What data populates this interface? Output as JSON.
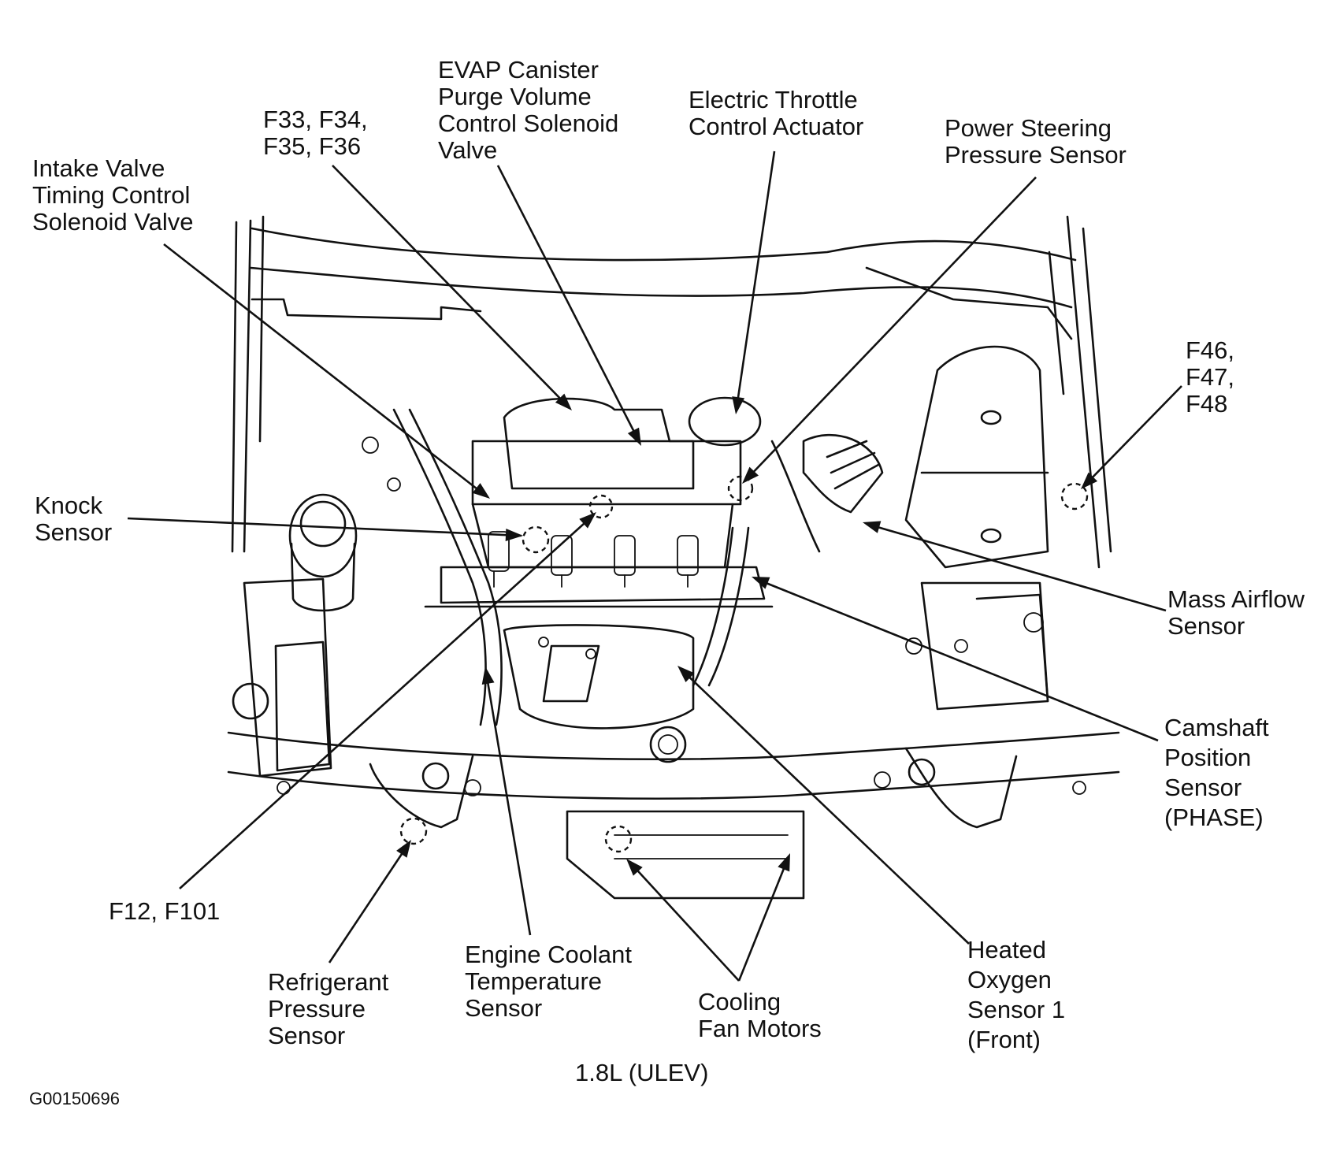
{
  "labels": {
    "intake_valve": [
      "Intake Valve",
      "Timing Control",
      "Solenoid Valve"
    ],
    "f33": [
      "F33, F34,",
      "F35, F36"
    ],
    "evap": [
      "EVAP Canister",
      "Purge Volume",
      "Control Solenoid",
      "Valve"
    ],
    "throttle": [
      "Electric Throttle",
      "Control Actuator"
    ],
    "power_steering": [
      "Power Steering",
      "Pressure Sensor"
    ],
    "f46": [
      "F46,",
      "F47,",
      "F48"
    ],
    "knock": [
      "Knock",
      "Sensor"
    ],
    "maf": [
      "Mass Airflow",
      "Sensor"
    ],
    "camshaft": [
      "Camshaft",
      "Position",
      "Sensor",
      "(PHASE)"
    ],
    "f12": [
      "F12, F101"
    ],
    "refrigerant": [
      "Refrigerant",
      "Pressure",
      "Sensor"
    ],
    "ect": [
      "Engine Coolant",
      "Temperature",
      "Sensor"
    ],
    "cooling_fan": [
      "Cooling",
      "Fan Motors"
    ],
    "heated_o2": [
      "Heated",
      "Oxygen",
      "Sensor 1",
      "(Front)"
    ]
  },
  "caption": "1.8L (ULEV)",
  "figure_id": "G00150696"
}
